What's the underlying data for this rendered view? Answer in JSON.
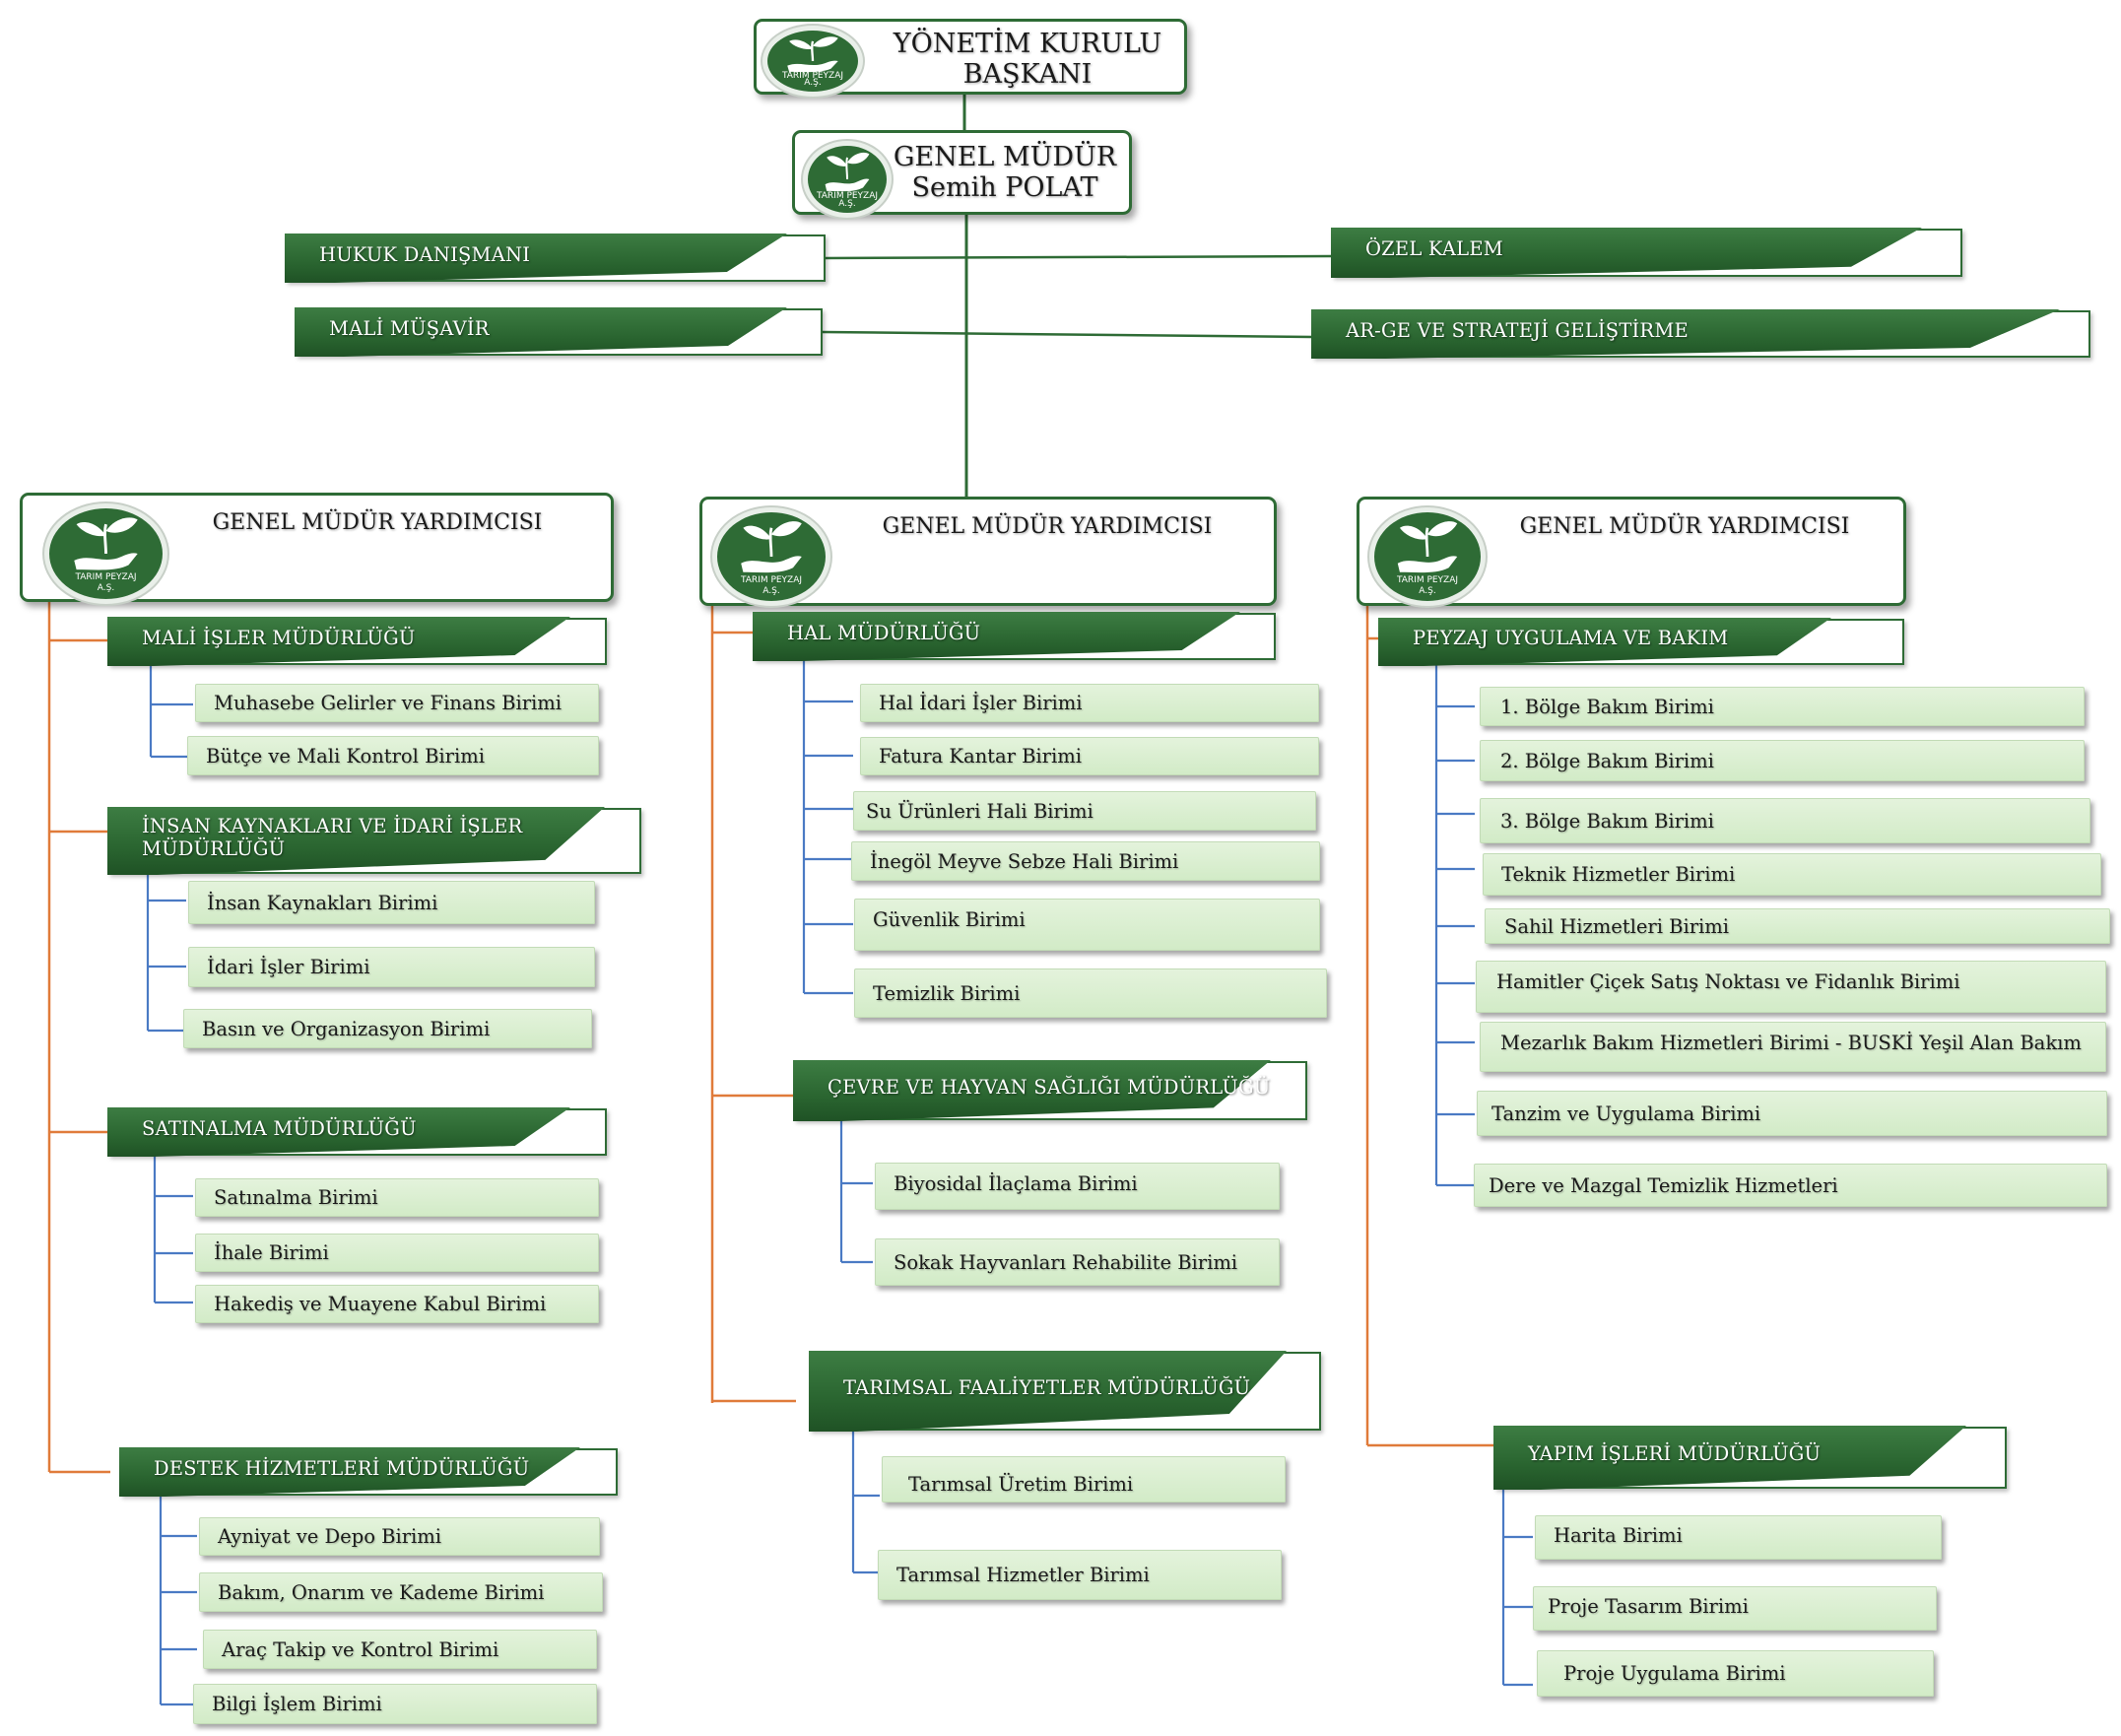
{
  "colors": {
    "green": "#2e6b35",
    "unit_fill": "#dcefd2",
    "connector_orange": "#e07b3a",
    "connector_blue": "#4a7ac4",
    "connector_green": "#2e6b35"
  },
  "logo": {
    "icon": "sprout-hand-logo-icon",
    "text_line1": "TARIM PEYZAJ",
    "text_line2": "A.Ş."
  },
  "board": {
    "title_line1": "YÖNETİM KURULU",
    "title_line2": "BAŞKANI"
  },
  "gm": {
    "title_line1": "GENEL MÜDÜR",
    "title_line2": "Semih POLAT"
  },
  "advisors": {
    "left": [
      "HUKUK DANIŞMANI",
      "MALİ MÜŞAVİR"
    ],
    "right": [
      "ÖZEL KALEM",
      "AR-GE VE STRATEJİ GELİŞTİRME"
    ]
  },
  "columns": [
    {
      "title": "GENEL MÜDÜR YARDIMCISI",
      "departments": [
        {
          "name": "MALİ İŞLER MÜDÜRLÜĞÜ",
          "units": [
            "Muhasebe Gelirler ve Finans Birimi",
            "Bütçe ve Mali Kontrol Birimi"
          ]
        },
        {
          "name_line1": "İNSAN KAYNAKLARI VE İDARİ İŞLER",
          "name_line2": "MÜDÜRLÜĞÜ",
          "units": [
            "İnsan Kaynakları Birimi",
            "İdari İşler Birimi",
            "Basın ve Organizasyon Birimi"
          ]
        },
        {
          "name": "SATINALMA MÜDÜRLÜĞÜ",
          "units": [
            "Satınalma Birimi",
            "İhale Birimi",
            "Hakediş ve Muayene Kabul Birimi"
          ]
        },
        {
          "name": "DESTEK HİZMETLERİ MÜDÜRLÜĞÜ",
          "units": [
            "Ayniyat ve Depo Birimi",
            "Bakım, Onarım ve Kademe Birimi",
            "Araç Takip ve Kontrol Birimi",
            "Bilgi İşlem Birimi"
          ]
        }
      ]
    },
    {
      "title": "GENEL MÜDÜR YARDIMCISI",
      "departments": [
        {
          "name": "HAL MÜDÜRLÜĞÜ",
          "units": [
            "Hal İdari İşler Birimi",
            "Fatura Kantar Birimi",
            "Su Ürünleri Hali Birimi",
            "İnegöl Meyve Sebze Hali Birimi",
            "Güvenlik Birimi",
            "Temizlik Birimi"
          ]
        },
        {
          "name": "ÇEVRE VE HAYVAN SAĞLIĞI MÜDÜRLÜĞÜ",
          "units": [
            "Biyosidal İlaçlama Birimi",
            "Sokak Hayvanları Rehabilite Birimi"
          ]
        },
        {
          "name": "TARIMSAL FAALİYETLER MÜDÜRLÜĞÜ",
          "units": [
            "Tarımsal Üretim Birimi",
            "Tarımsal Hizmetler Birimi"
          ]
        }
      ]
    },
    {
      "title": "GENEL MÜDÜR YARDIMCISI",
      "departments": [
        {
          "name": "PEYZAJ UYGULAMA VE BAKIM",
          "units": [
            "1. Bölge Bakım Birimi",
            "2. Bölge Bakım Birimi",
            "3. Bölge Bakım Birimi",
            "Teknik Hizmetler Birimi",
            "Sahil Hizmetleri Birimi",
            "Hamitler Çiçek Satış Noktası ve Fidanlık Birimi",
            "Mezarlık Bakım Hizmetleri Birimi - BUSKİ Yeşil Alan Bakım",
            "Tanzim ve Uygulama Birimi",
            "Dere ve Mazgal Temizlik Hizmetleri"
          ]
        },
        {
          "name": "YAPIM İŞLERİ MÜDÜRLÜĞÜ",
          "units": [
            "Harita Birimi",
            "Proje Tasarım Birimi",
            "Proje Uygulama Birimi"
          ]
        }
      ]
    }
  ]
}
